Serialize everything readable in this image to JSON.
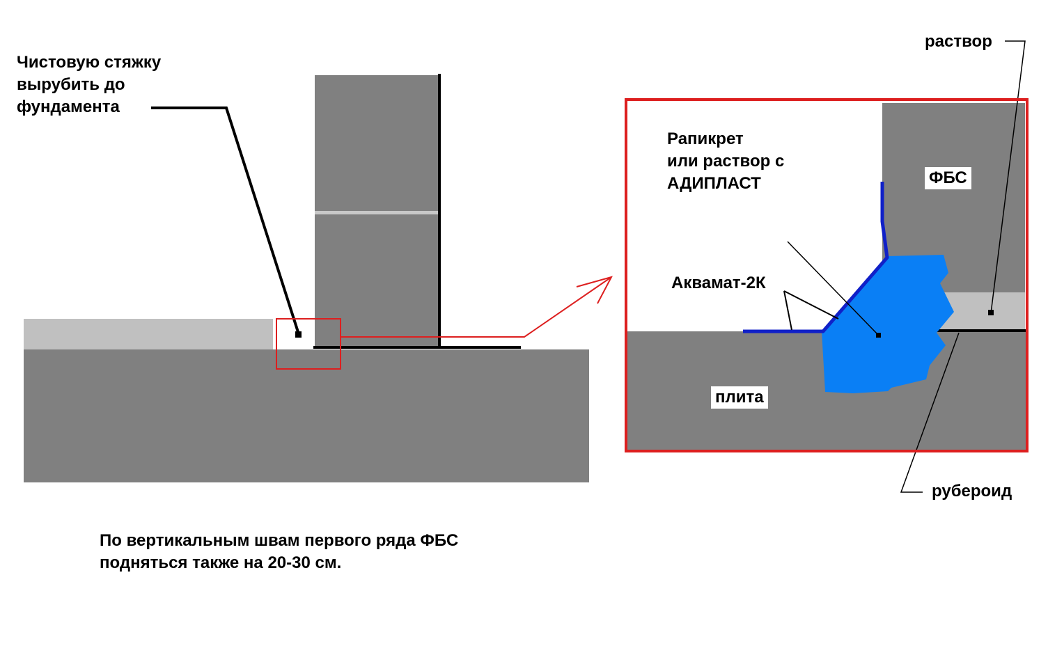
{
  "colors": {
    "concrete": "#808080",
    "screed": "#c0c0c0",
    "highlight_frame": "#dd1f1f",
    "rapikret_fill": "#0a7ff5",
    "akvamat_line": "#1020c8",
    "leader_line": "#000000"
  },
  "labels": {
    "screed_note": [
      "Чистовую стяжку",
      "вырубить до",
      "фундамента"
    ],
    "rapikret": [
      "Рапикрет",
      "или раствор с",
      "АДИПЛАСТ"
    ],
    "akvamat": "Аквамат-2К",
    "fbs": "ФБС",
    "mortar": "раствор",
    "slab": "плита",
    "ruberoid": "рубероид",
    "bottom_note": [
      "По вертикальным швам первого ряда ФБС",
      "подняться также на 20-30 см."
    ]
  }
}
